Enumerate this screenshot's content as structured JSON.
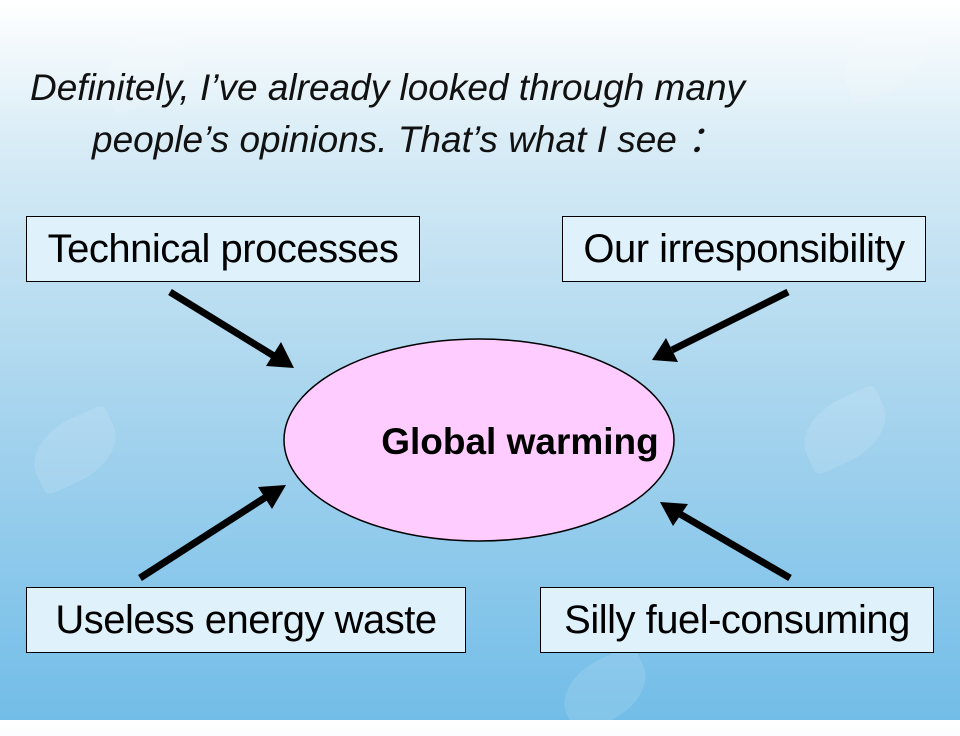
{
  "heading": {
    "line1": "Definitely, I’ve already looked through many",
    "line2": "people’s opinions. That’s what I see ："
  },
  "center": {
    "label": "Global warming",
    "fill": "#ffccff"
  },
  "causes": {
    "top_left": "Technical processes",
    "top_right": "Our irresponsibility",
    "bottom_left": "Useless energy waste",
    "bottom_right": "Silly fuel-consuming"
  },
  "colors": {
    "box_fill": "#dff2fb",
    "arrow": "#000000"
  }
}
